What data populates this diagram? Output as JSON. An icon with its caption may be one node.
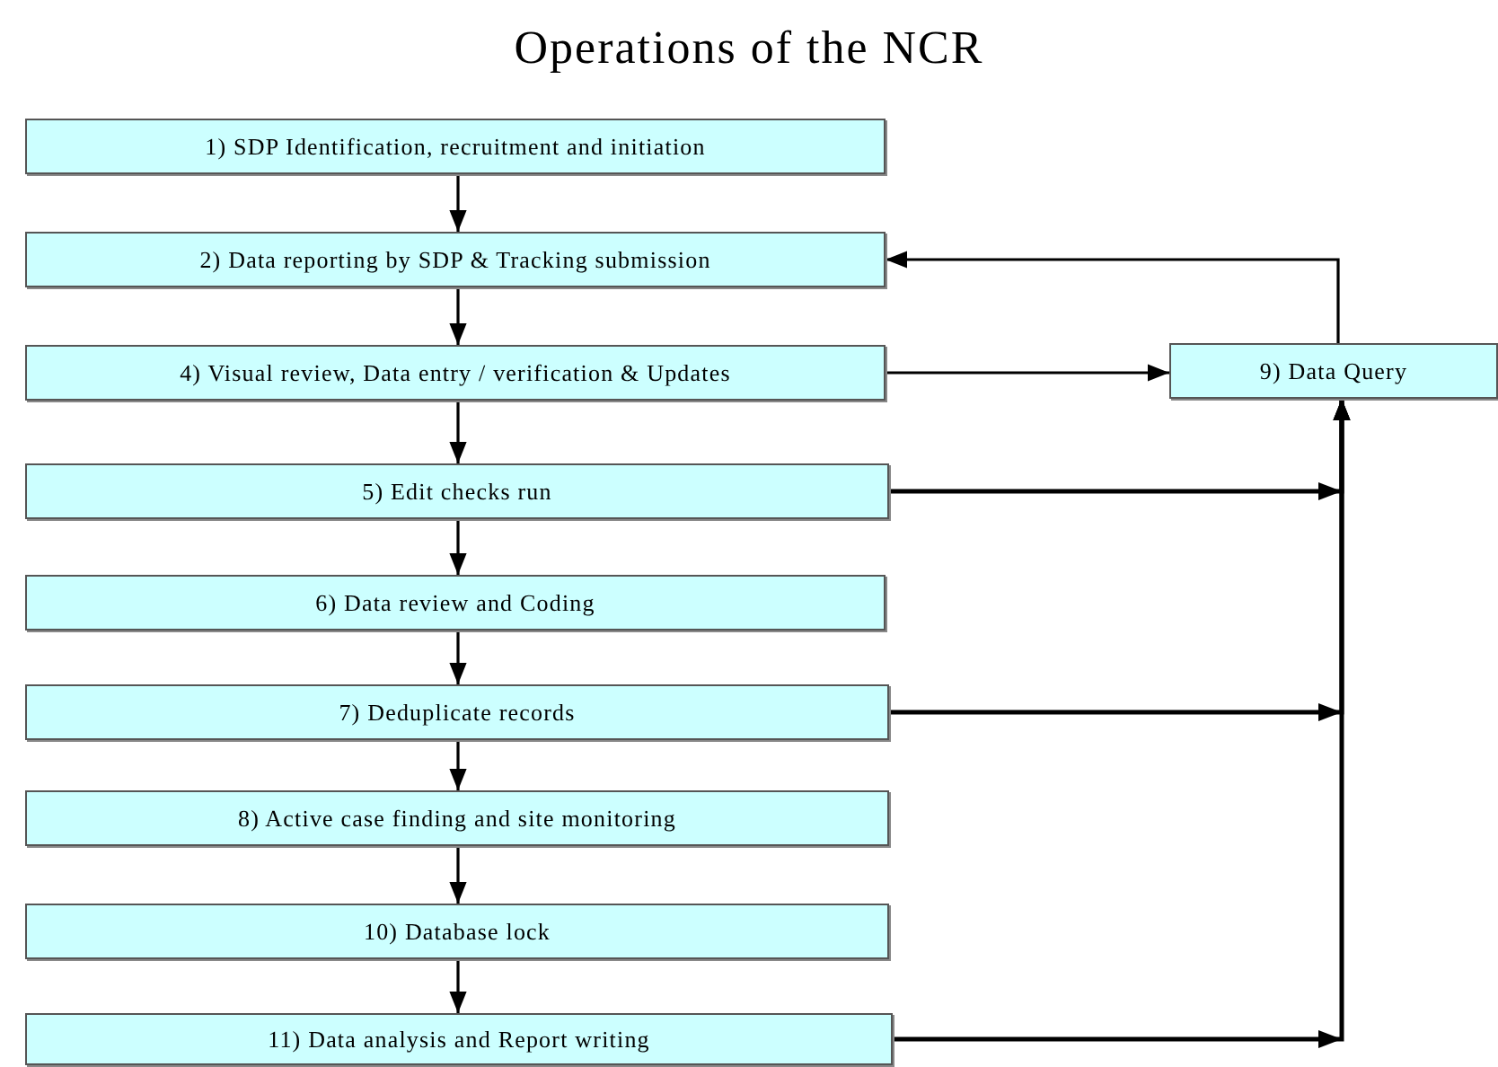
{
  "diagram": {
    "title": "Operations of the NCR",
    "nodes": [
      {
        "text": [
          "1) SDP Identification, recruitment and initiation"
        ]
      },
      {
        "text": [
          "2) Data reporting by SDP & Tracking submission"
        ]
      },
      {
        "text": [
          "4) Visual review, Data entry / verification & Updates"
        ]
      },
      {
        "text": [
          "9) Data Query"
        ]
      },
      {
        "text": [
          "5) Edit checks run"
        ]
      },
      {
        "text": [
          "6) Data review and Coding"
        ]
      },
      {
        "text": [
          "7) Deduplicate records"
        ]
      },
      {
        "text": [
          "8) Active case finding and site monitoring"
        ]
      },
      {
        "text": [
          "10) Database lock"
        ]
      },
      {
        "text": [
          "11) Data analysis and Report writing"
        ]
      }
    ],
    "edges": [
      {
        "from": 0,
        "to": 1,
        "arrow": "to"
      },
      {
        "from": 1,
        "to": 2,
        "arrow": "to"
      },
      {
        "from": 2,
        "to": 4,
        "arrow": "to"
      },
      {
        "from": 4,
        "to": 5,
        "arrow": "to"
      },
      {
        "from": 5,
        "to": 6,
        "arrow": "to"
      },
      {
        "from": 6,
        "to": 7,
        "arrow": "to"
      },
      {
        "from": 7,
        "to": 8,
        "arrow": "to"
      },
      {
        "from": 8,
        "to": 9,
        "arrow": "to"
      },
      {
        "from": 2,
        "to": 3,
        "arrow": "to"
      },
      {
        "from": 3,
        "to": 1,
        "arrow": "to"
      },
      {
        "from": 4,
        "to": 3,
        "arrow": "to"
      },
      {
        "from": 6,
        "to": 3,
        "arrow": "to"
      },
      {
        "from": 9,
        "to": 3,
        "arrow": "to"
      }
    ]
  }
}
